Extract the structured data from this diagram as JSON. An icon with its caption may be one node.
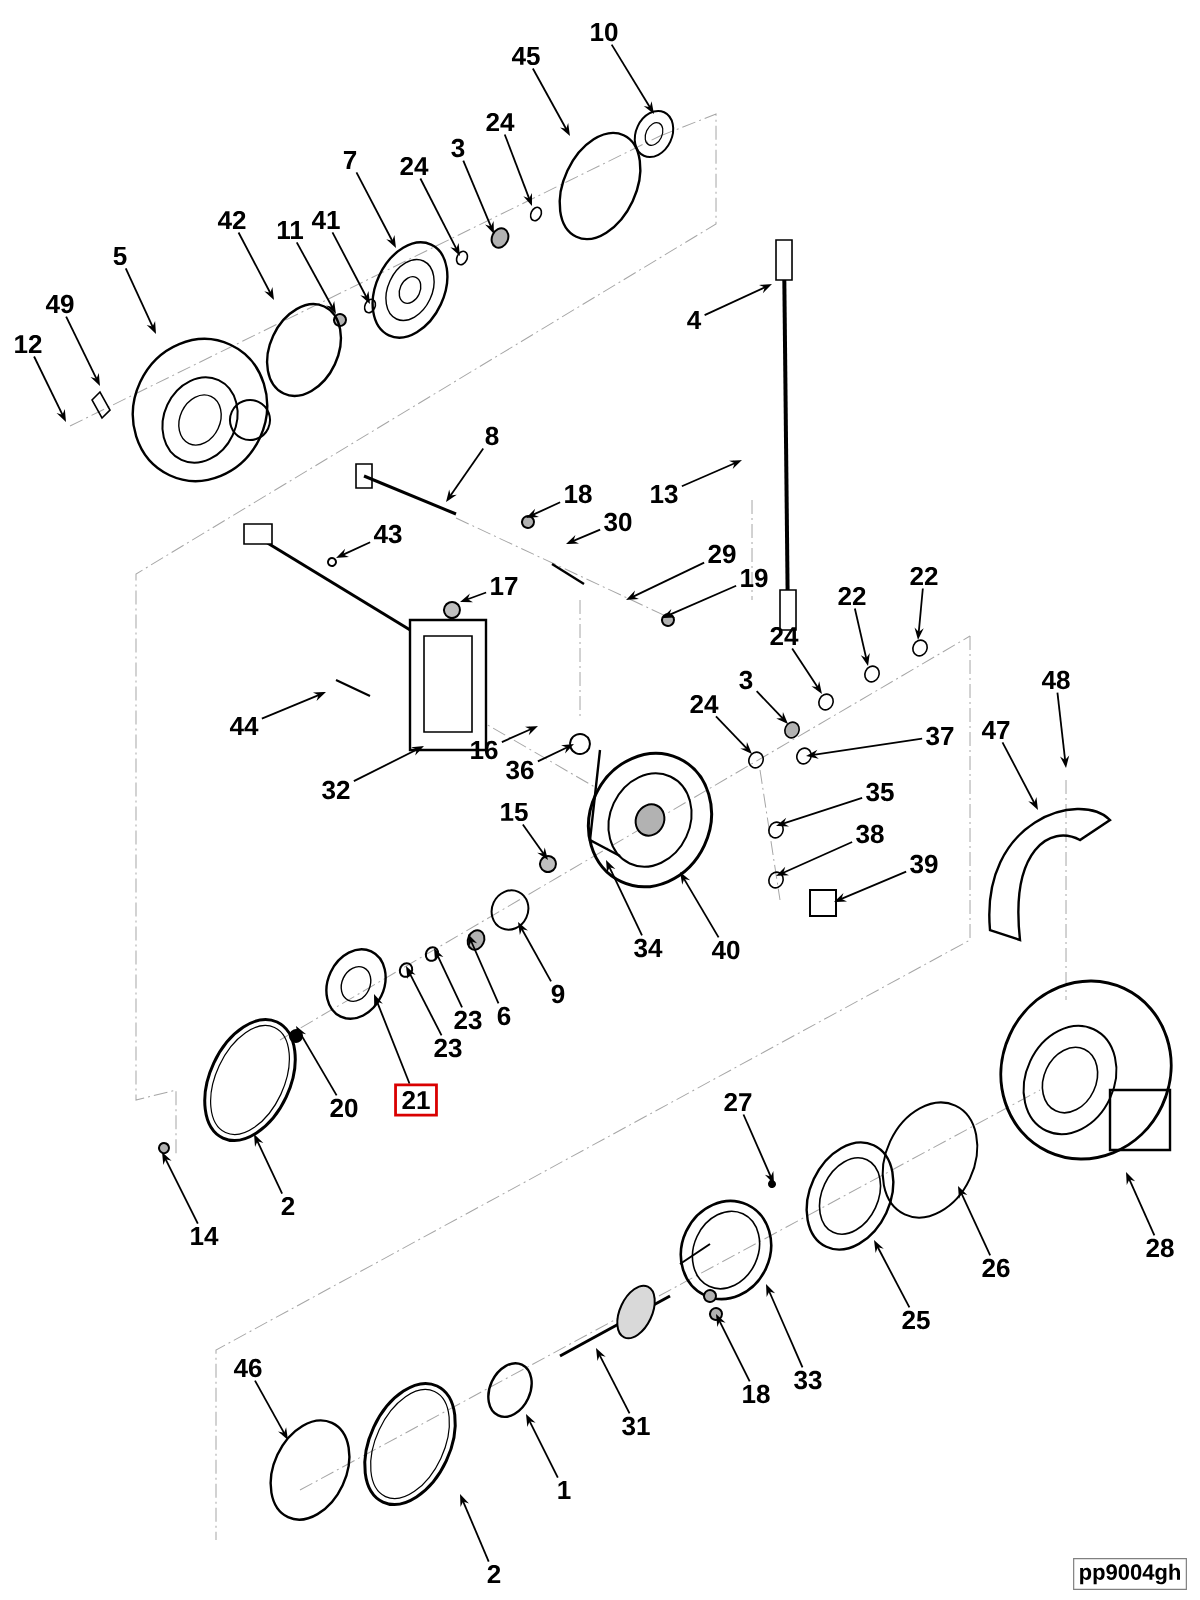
{
  "diagram": {
    "nodes": [
      {
        "text": [
          "10"
        ]
      },
      {
        "text": [
          "45"
        ]
      },
      {
        "text": [
          "7"
        ]
      },
      {
        "text": [
          "24"
        ]
      },
      {
        "text": [
          "3"
        ]
      },
      {
        "text": [
          "24"
        ]
      },
      {
        "text": [
          "42"
        ]
      },
      {
        "text": [
          "11"
        ]
      },
      {
        "text": [
          "41"
        ]
      },
      {
        "text": [
          "5"
        ]
      },
      {
        "text": [
          "49"
        ]
      },
      {
        "text": [
          "12"
        ]
      },
      {
        "text": [
          "4"
        ]
      },
      {
        "text": [
          "8"
        ]
      },
      {
        "text": [
          "18"
        ]
      },
      {
        "text": [
          "13"
        ]
      },
      {
        "text": [
          "30"
        ]
      },
      {
        "text": [
          "43"
        ]
      },
      {
        "text": [
          "29"
        ]
      },
      {
        "text": [
          "17"
        ]
      },
      {
        "text": [
          "19"
        ]
      },
      {
        "text": [
          "22"
        ]
      },
      {
        "text": [
          "22"
        ]
      },
      {
        "text": [
          "24"
        ]
      },
      {
        "text": [
          "3"
        ]
      },
      {
        "text": [
          "24"
        ]
      },
      {
        "text": [
          "37"
        ]
      },
      {
        "text": [
          "44"
        ]
      },
      {
        "text": [
          "16"
        ]
      },
      {
        "text": [
          "36"
        ]
      },
      {
        "text": [
          "32"
        ]
      },
      {
        "text": [
          "48"
        ]
      },
      {
        "text": [
          "47"
        ]
      },
      {
        "text": [
          "35"
        ]
      },
      {
        "text": [
          "38"
        ]
      },
      {
        "text": [
          "39"
        ]
      },
      {
        "text": [
          "15"
        ]
      },
      {
        "text": [
          "34"
        ]
      },
      {
        "text": [
          "40"
        ]
      },
      {
        "text": [
          "9"
        ]
      },
      {
        "text": [
          "6"
        ]
      },
      {
        "text": [
          "23"
        ]
      },
      {
        "text": [
          "23"
        ]
      },
      {
        "text": [
          "21"
        ]
      },
      {
        "text": [
          "20"
        ]
      },
      {
        "text": [
          "2"
        ]
      },
      {
        "text": [
          "14"
        ]
      },
      {
        "text": [
          "27"
        ]
      },
      {
        "text": [
          "28"
        ]
      },
      {
        "text": [
          "26"
        ]
      },
      {
        "text": [
          "25"
        ]
      },
      {
        "text": [
          "33"
        ]
      },
      {
        "text": [
          "18"
        ]
      },
      {
        "text": [
          "31"
        ]
      },
      {
        "text": [
          "46"
        ]
      },
      {
        "text": [
          "1"
        ]
      },
      {
        "text": [
          "2"
        ]
      },
      {
        "text": [
          "pp9004gh"
        ]
      }
    ],
    "edges": [
      {
        "from": 0,
        "to": null,
        "arrow": "to"
      },
      {
        "from": 1,
        "to": null,
        "arrow": "to"
      },
      {
        "from": 2,
        "to": null,
        "arrow": "to"
      },
      {
        "from": 3,
        "to": null,
        "arrow": "to"
      },
      {
        "from": 4,
        "to": null,
        "arrow": "to"
      },
      {
        "from": 5,
        "to": null,
        "arrow": "to"
      },
      {
        "from": 6,
        "to": null,
        "arrow": "to"
      },
      {
        "from": 7,
        "to": null,
        "arrow": "to"
      },
      {
        "from": 8,
        "to": null,
        "arrow": "to"
      },
      {
        "from": 9,
        "to": null,
        "arrow": "to"
      },
      {
        "from": 10,
        "to": null,
        "arrow": "to"
      },
      {
        "from": 11,
        "to": null,
        "arrow": "to"
      },
      {
        "from": 12,
        "to": null,
        "arrow": "to"
      },
      {
        "from": 13,
        "to": null,
        "arrow": "to"
      },
      {
        "from": 14,
        "to": null,
        "arrow": "to"
      },
      {
        "from": 15,
        "to": null,
        "arrow": "to"
      },
      {
        "from": 16,
        "to": null,
        "arrow": "to"
      },
      {
        "from": 17,
        "to": null,
        "arrow": "to"
      },
      {
        "from": 18,
        "to": null,
        "arrow": "to"
      },
      {
        "from": 19,
        "to": null,
        "arrow": "to"
      },
      {
        "from": 20,
        "to": null,
        "arrow": "to"
      },
      {
        "from": 21,
        "to": null,
        "arrow": "to"
      },
      {
        "from": 22,
        "to": null,
        "arrow": "to"
      },
      {
        "from": 23,
        "to": null,
        "arrow": "to"
      },
      {
        "from": 24,
        "to": null,
        "arrow": "to"
      },
      {
        "from": 25,
        "to": null,
        "arrow": "to"
      },
      {
        "from": 26,
        "to": null,
        "arrow": "to"
      },
      {
        "from": 27,
        "to": null,
        "arrow": "to"
      },
      {
        "from": 28,
        "to": null,
        "arrow": "to"
      },
      {
        "from": 29,
        "to": null,
        "arrow": "to"
      },
      {
        "from": 30,
        "to": null,
        "arrow": "to"
      },
      {
        "from": 31,
        "to": null,
        "arrow": "to"
      },
      {
        "from": 32,
        "to": null,
        "arrow": "to"
      },
      {
        "from": 33,
        "to": null,
        "arrow": "to"
      },
      {
        "from": 34,
        "to": null,
        "arrow": "to"
      },
      {
        "from": 35,
        "to": null,
        "arrow": "to"
      },
      {
        "from": 36,
        "to": null,
        "arrow": "to"
      },
      {
        "from": 37,
        "to": null,
        "arrow": "to"
      },
      {
        "from": 38,
        "to": null,
        "arrow": "to"
      },
      {
        "from": 39,
        "to": null,
        "arrow": "to"
      },
      {
        "from": 40,
        "to": null,
        "arrow": "to"
      },
      {
        "from": 41,
        "to": null,
        "arrow": "to"
      },
      {
        "from": 42,
        "to": null,
        "arrow": "to"
      },
      {
        "from": 43,
        "to": null,
        "arrow": "to"
      },
      {
        "from": 44,
        "to": null,
        "arrow": "to"
      },
      {
        "from": 45,
        "to": null,
        "arrow": "to"
      },
      {
        "from": 46,
        "to": null,
        "arrow": "to"
      },
      {
        "from": 47,
        "to": null,
        "arrow": "to"
      },
      {
        "from": 48,
        "to": null,
        "arrow": "to"
      },
      {
        "from": 49,
        "to": null,
        "arrow": "to"
      },
      {
        "from": 50,
        "to": null,
        "arrow": "to"
      },
      {
        "from": 51,
        "to": null,
        "arrow": "to"
      },
      {
        "from": 52,
        "to": null,
        "arrow": "to"
      },
      {
        "from": 53,
        "to": null,
        "arrow": "to"
      },
      {
        "from": 54,
        "to": null,
        "arrow": "to"
      },
      {
        "from": 55,
        "to": null,
        "arrow": "to"
      },
      {
        "from": 56,
        "to": null,
        "arrow": "to"
      }
    ]
  }
}
